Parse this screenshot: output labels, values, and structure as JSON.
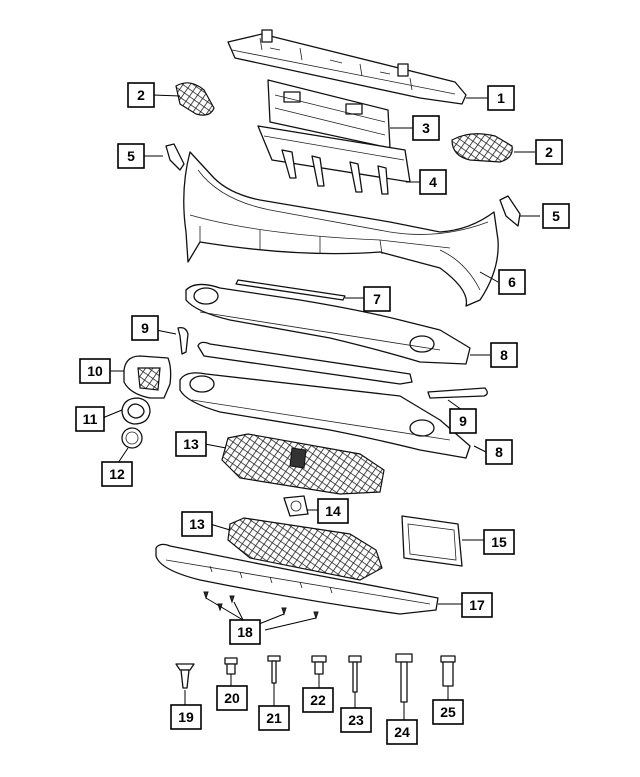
{
  "callouts": [
    {
      "id": "c1",
      "label": "1"
    },
    {
      "id": "c2a",
      "label": "2"
    },
    {
      "id": "c2b",
      "label": "2"
    },
    {
      "id": "c3",
      "label": "3"
    },
    {
      "id": "c4",
      "label": "4"
    },
    {
      "id": "c5a",
      "label": "5"
    },
    {
      "id": "c5b",
      "label": "5"
    },
    {
      "id": "c6",
      "label": "6"
    },
    {
      "id": "c7",
      "label": "7"
    },
    {
      "id": "c8a",
      "label": "8"
    },
    {
      "id": "c8b",
      "label": "8"
    },
    {
      "id": "c9a",
      "label": "9"
    },
    {
      "id": "c9b",
      "label": "9"
    },
    {
      "id": "c10",
      "label": "10"
    },
    {
      "id": "c11",
      "label": "11"
    },
    {
      "id": "c12",
      "label": "12"
    },
    {
      "id": "c13a",
      "label": "13"
    },
    {
      "id": "c13b",
      "label": "13"
    },
    {
      "id": "c14",
      "label": "14"
    },
    {
      "id": "c15",
      "label": "15"
    },
    {
      "id": "c17",
      "label": "17"
    },
    {
      "id": "c18",
      "label": "18"
    },
    {
      "id": "c19",
      "label": "19"
    },
    {
      "id": "c20",
      "label": "20"
    },
    {
      "id": "c21",
      "label": "21"
    },
    {
      "id": "c22",
      "label": "22"
    },
    {
      "id": "c23",
      "label": "23"
    },
    {
      "id": "c24",
      "label": "24"
    },
    {
      "id": "c25",
      "label": "25"
    }
  ]
}
